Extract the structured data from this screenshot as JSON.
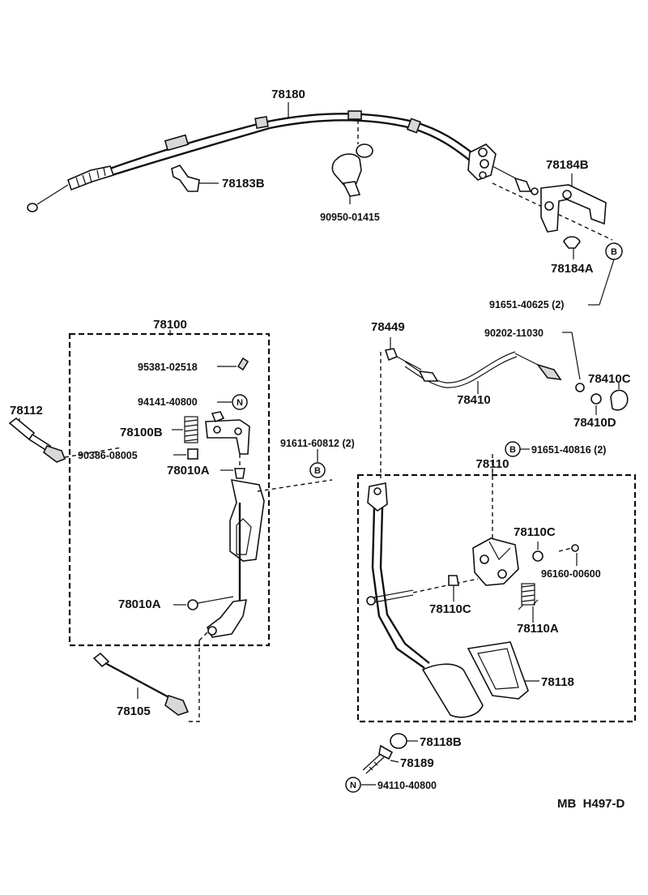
{
  "diagram_id": "MB  H497-D",
  "mark_b": "B",
  "mark_n": "N",
  "parts": {
    "p78180": "78180",
    "p78183B": "78183B",
    "p90950": "90950-01415",
    "p78184B": "78184B",
    "p78184A": "78184A",
    "p91651_40625": "91651-40625 (2)",
    "p78100": "78100",
    "p95381": "95381-02518",
    "p94141": "94141-40800",
    "p78100B": "78100B",
    "p90386": "90386-08005",
    "p78010A_top": "78010A",
    "p78010A_bot": "78010A",
    "p78112": "78112",
    "p91611": "91611-60812 (2)",
    "p78105": "78105",
    "p78449": "78449",
    "p90202": "90202-11030",
    "p78410": "78410",
    "p78410C": "78410C",
    "p78410D": "78410D",
    "p91651_40816": "91651-40816 (2)",
    "p78110": "78110",
    "p78110C_top": "78110C",
    "p96160": "96160-00600",
    "p78110C_bot": "78110C",
    "p78110A": "78110A",
    "p78118": "78118",
    "p78118B": "78118B",
    "p78189": "78189",
    "p94110": "94110-40800"
  }
}
